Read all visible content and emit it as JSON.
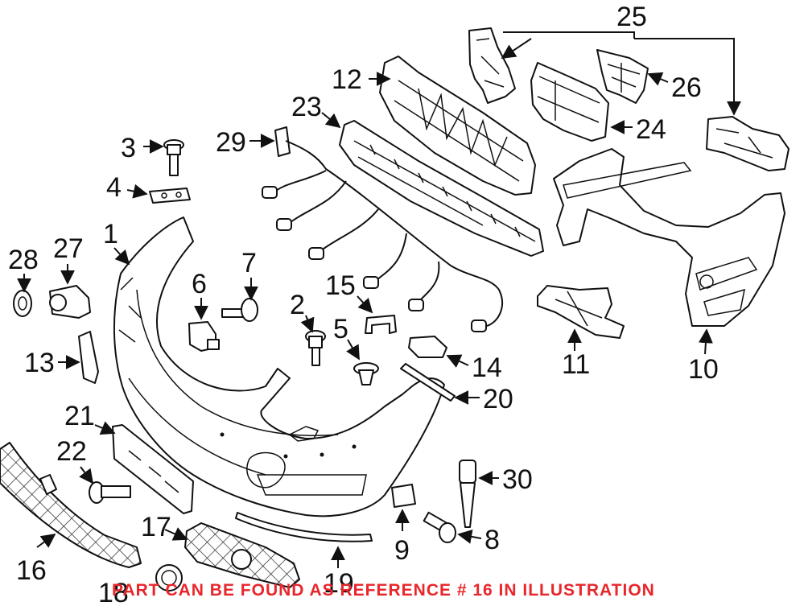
{
  "callouts": [
    "1",
    "2",
    "3",
    "4",
    "5",
    "6",
    "7",
    "8",
    "9",
    "10",
    "11",
    "12",
    "13",
    "14",
    "15",
    "16",
    "17",
    "18",
    "19",
    "20",
    "21",
    "22",
    "23",
    "24",
    "25",
    "26",
    "27",
    "28",
    "29",
    "30"
  ],
  "notice": "PART CAN BE FOUND AS REFERENCE # 16 IN ILLUSTRATION",
  "colors": {
    "notice": "#e8262b",
    "line_art": "#111111",
    "background": "#ffffff"
  }
}
